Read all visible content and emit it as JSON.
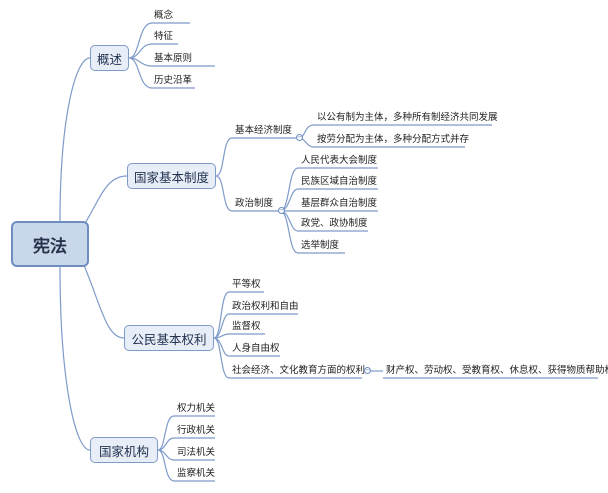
{
  "root": "宪法",
  "topics": [
    {
      "label": "概述",
      "children": [
        "概念",
        "特征",
        "基本原则",
        "历史沿革"
      ]
    },
    {
      "label": "国家基本制度",
      "groups": [
        {
          "label": "基本经济制度",
          "children": [
            "以公有制为主体，多种所有制经济共同发展",
            "按劳分配为主体，多种分配方式并存"
          ]
        },
        {
          "label": "政治制度",
          "children": [
            "人民代表大会制度",
            "民族区域自治制度",
            "基层群众自治制度",
            "政党、政协制度",
            "选举制度"
          ]
        }
      ]
    },
    {
      "label": "公民基本权利",
      "children": [
        "平等权",
        "政治权利和自由",
        "监督权",
        "人身自由权",
        "社会经济、文化教育方面的权利"
      ],
      "extra": "财产权、劳动权、受教育权、休息权、获得物质帮助权"
    },
    {
      "label": "国家机构",
      "children": [
        "权力机关",
        "行政机关",
        "司法机关",
        "监察机关"
      ]
    }
  ],
  "colors": {
    "line": "#7e9bc9",
    "rootFill": "#c9d7ea",
    "topicFill": "#e8eef8"
  }
}
